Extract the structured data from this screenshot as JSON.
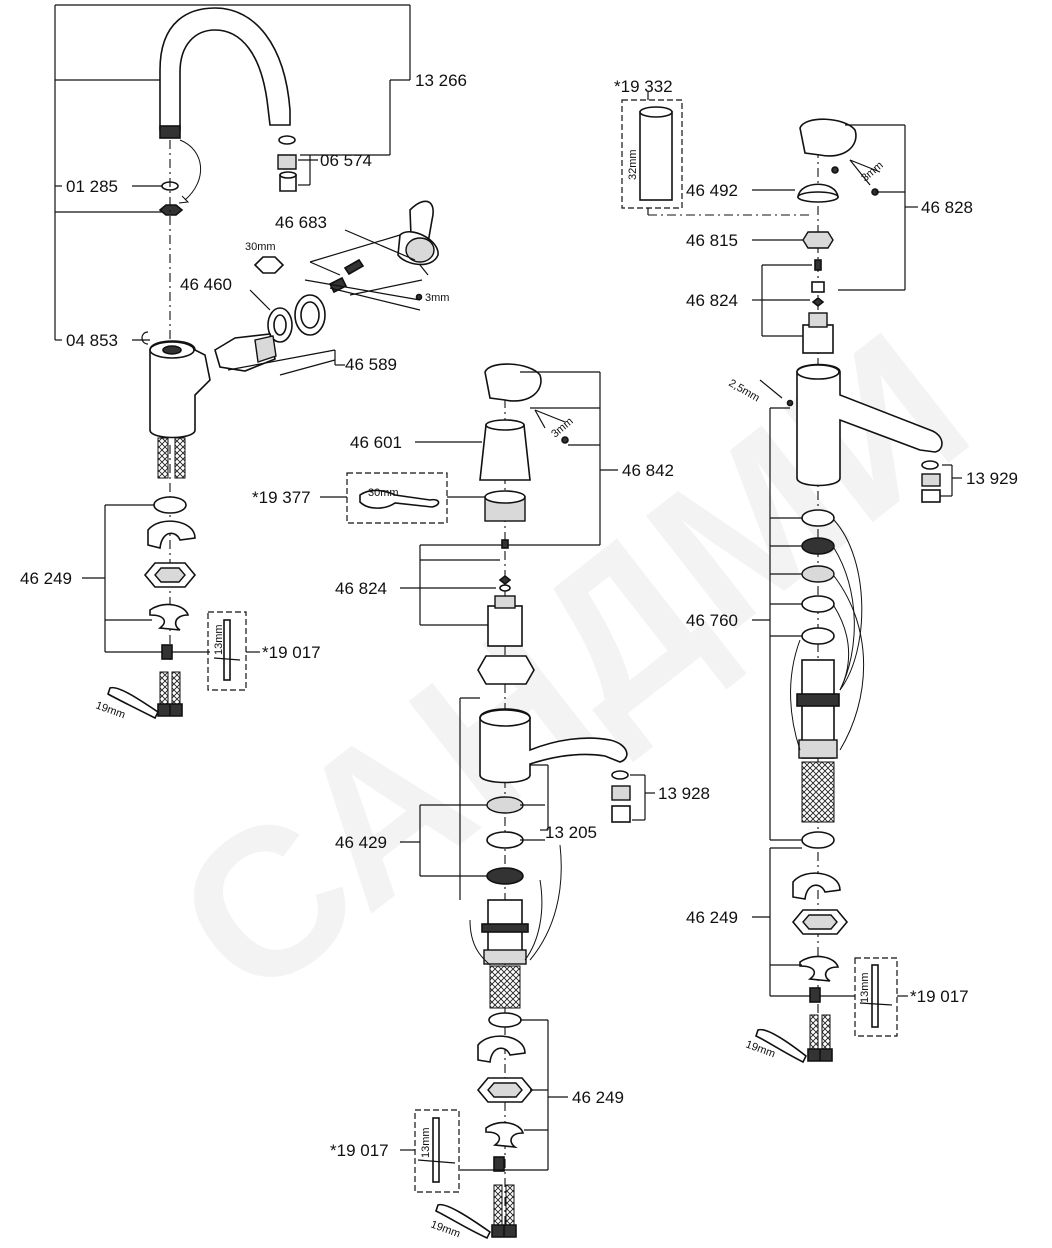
{
  "watermark": "САНДМИ",
  "labels": {
    "l13266": "13 266",
    "l06574": "06 574",
    "l01285": "01 285",
    "l46683": "46 683",
    "l46460": "46 460",
    "l04853": "04 853",
    "l46589": "46 589",
    "l46249a": "46 249",
    "l19017a": "*19 017",
    "l19332": "*19 332",
    "l46492": "46 492",
    "l46828": "46 828",
    "l46815": "46 815",
    "l46824b": "46 824",
    "l13929": "13 929",
    "l46760": "46 760",
    "l46249c": "46 249",
    "l19017c": "*19 017",
    "l46601": "46 601",
    "l19377": "*19 377",
    "l46842": "46 842",
    "l46824m": "46 824",
    "l13928": "13 928",
    "l46429": "46 429",
    "l13205": "13 205",
    "l46249m": "46 249",
    "l19017m": "*19 017"
  },
  "tool_sizes": {
    "t30hex": "30mm",
    "t3a": "3mm",
    "t13a": "13mm",
    "t19a": "19mm",
    "t32": "32mm",
    "t3b": "3mm",
    "t25": "2,5mm",
    "t13c": "13mm",
    "t19c": "19mm",
    "t3m": "3mm",
    "t30m": "30mm",
    "t13m": "13mm",
    "t19m": "19mm"
  }
}
